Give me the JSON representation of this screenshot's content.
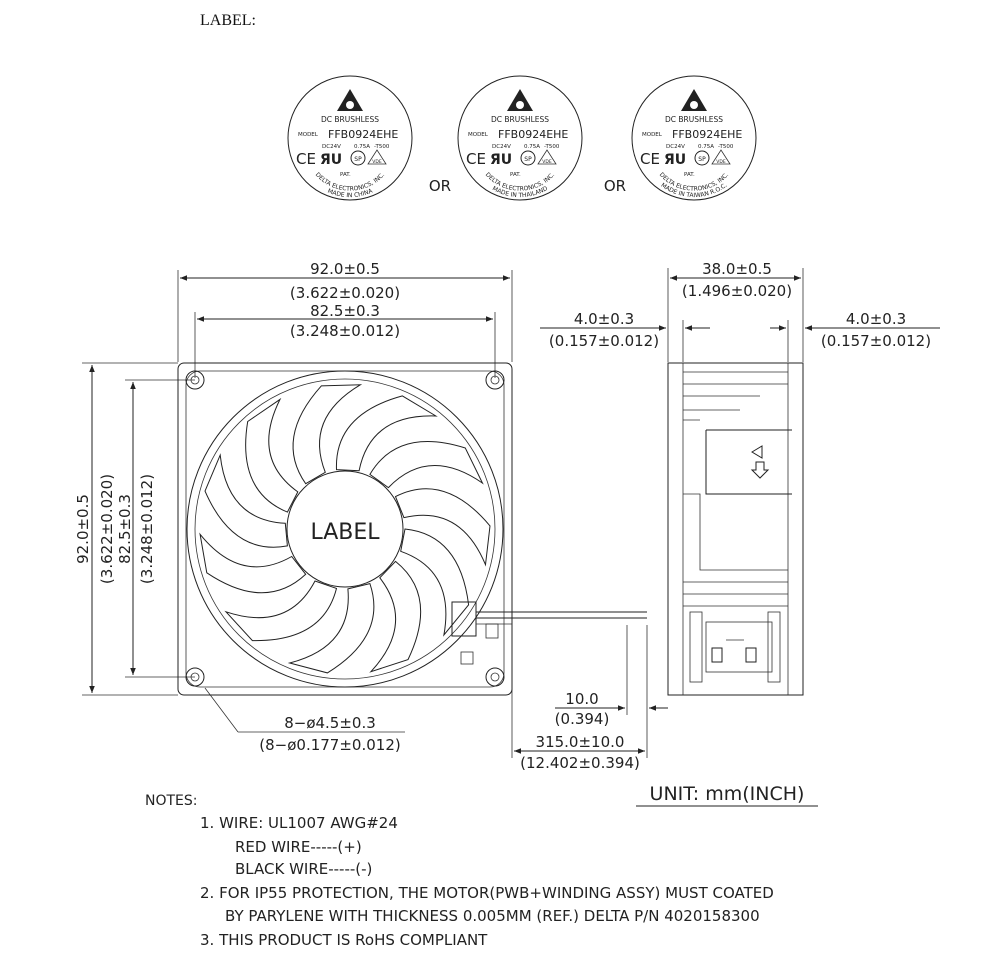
{
  "header": {
    "label_title": "LABEL:"
  },
  "labels": {
    "line1": "DC BRUSHLESS",
    "model_caption": "MODEL",
    "model_number": "FFB0924EHE",
    "ratings_voltage": "DC24V",
    "ratings_current": "0.75A",
    "ratings_suffix": "-T500",
    "pat": "PAT.",
    "company": "DELTA ELECTRONICS, INC.",
    "cert_ce": "CE",
    "cert_ul": "ЯU",
    "cert_csa": "SP",
    "cert_vde": "VDE",
    "origins": [
      "MADE IN CHINA",
      "MADE IN THAILAND",
      "MADE IN TAIWAN R.O.C."
    ],
    "or_text": "OR"
  },
  "front_view": {
    "center_label": "LABEL",
    "width_outer": "92.0±0.5",
    "width_outer_inch": "(3.622±0.020)",
    "width_holes": "82.5±0.3",
    "width_holes_inch": "(3.248±0.012)",
    "height_outer": "92.0±0.5",
    "height_outer_inch": "(3.622±0.020)",
    "height_holes": "82.5±0.3",
    "height_holes_inch": "(3.248±0.012)",
    "hole_dim": "8−ø4.5±0.3",
    "hole_dim_inch": "(8−ø0.177±0.012)",
    "strip_len": "10.0",
    "strip_len_inch": "(0.394)",
    "wire_len": "315.0±10.0",
    "wire_len_inch": "(12.402±0.394)"
  },
  "side_view": {
    "depth": "38.0±0.5",
    "depth_inch": "(1.496±0.020)",
    "flange_left": "4.0±0.3",
    "flange_left_inch": "(0.157±0.012)",
    "flange_right": "4.0±0.3",
    "flange_right_inch": "(0.157±0.012)"
  },
  "unit_label": "UNIT:  mm(INCH)",
  "notes": {
    "title": "NOTES:",
    "n1": "1. WIRE: UL1007 AWG#24",
    "n1a": "RED WIRE-----(+)",
    "n1b": "BLACK WIRE-----(-)",
    "n2": "2. FOR IP55 PROTECTION, THE MOTOR(PWB+WINDING ASSY) MUST COATED",
    "n2b": "BY PARYLENE WITH THICKNESS 0.005MM (REF.) DELTA P/N 4020158300",
    "n3": "3. THIS PRODUCT IS RoHS COMPLIANT"
  }
}
